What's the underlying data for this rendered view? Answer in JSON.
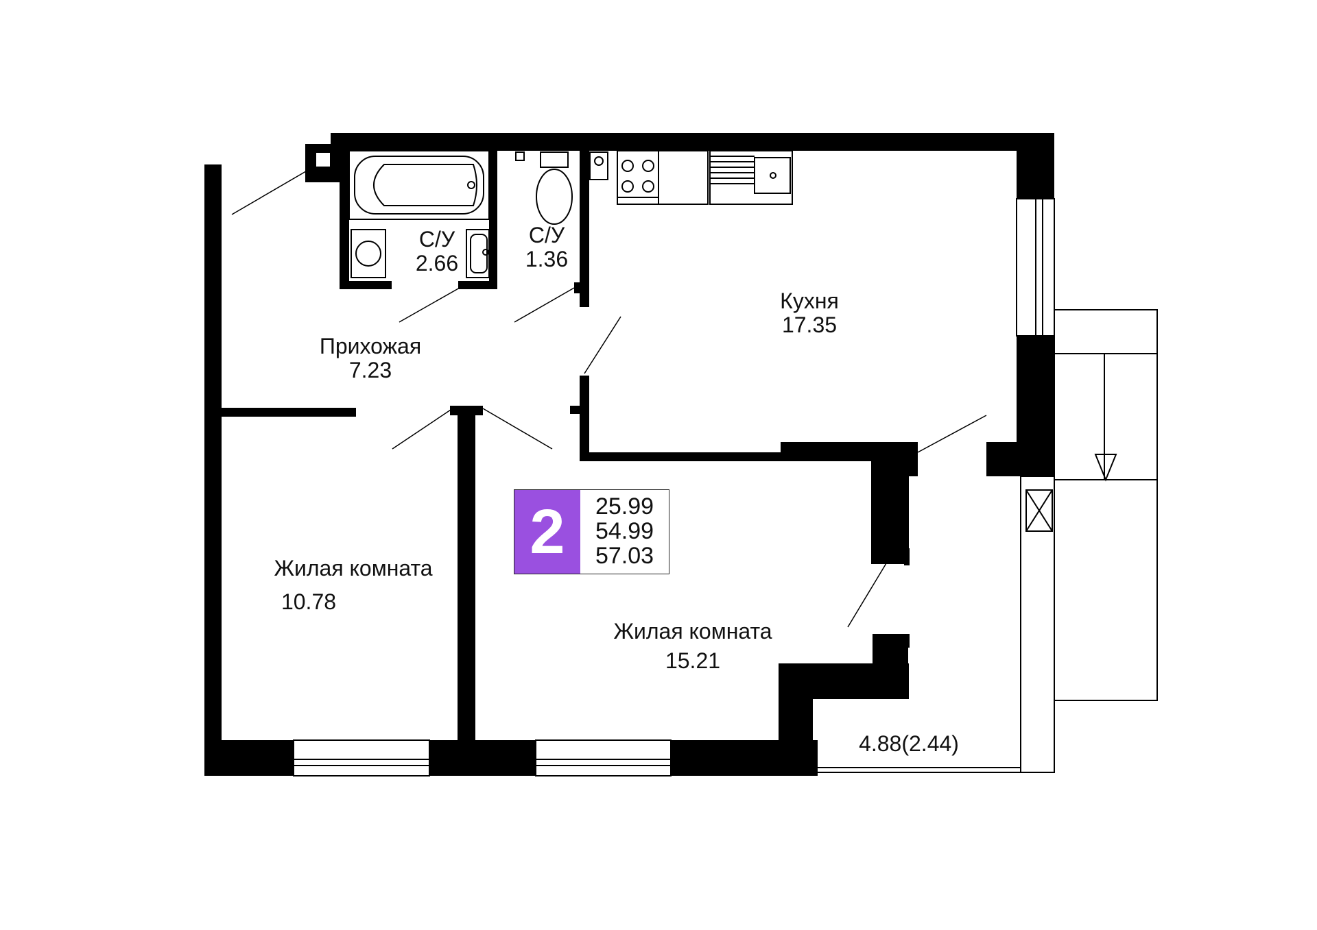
{
  "rooms_count": "2",
  "areas": {
    "living": "25.99",
    "total": "54.99",
    "total_with_balcony": "57.03"
  },
  "rooms": [
    {
      "id": "bathroom",
      "name": "С/У",
      "area": "2.66"
    },
    {
      "id": "toilet",
      "name": "С/У",
      "area": "1.36"
    },
    {
      "id": "kitchen",
      "name": "Кухня",
      "area": "17.35"
    },
    {
      "id": "hallway",
      "name": "Прихожая",
      "area": "7.23"
    },
    {
      "id": "bedroom-left",
      "name": "Жилая комната",
      "area": "10.78"
    },
    {
      "id": "living-room",
      "name": "Жилая комната",
      "area": "15.21"
    }
  ],
  "balcony": {
    "area": "4.88(2.44)"
  },
  "colors": {
    "accent": "#9a50e0",
    "walls": "#000000"
  }
}
